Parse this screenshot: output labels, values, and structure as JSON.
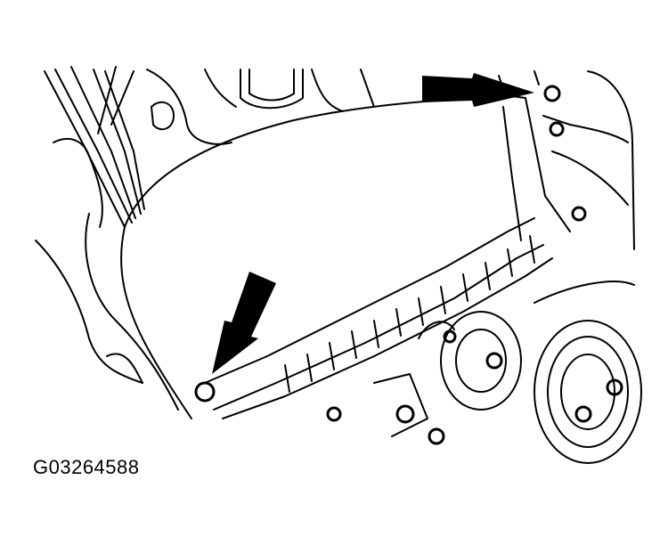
{
  "figure": {
    "id_label": "G03264588",
    "description": "Engine timing belt cover area line drawing with two arrows pointing to bolts",
    "arrows": [
      {
        "name": "upper-right-arrow",
        "direction": "right",
        "target": "upper bolt"
      },
      {
        "name": "lower-left-arrow",
        "direction": "down-left",
        "target": "lower bolt"
      }
    ],
    "colors": {
      "line": "#000000",
      "background": "#ffffff"
    }
  }
}
